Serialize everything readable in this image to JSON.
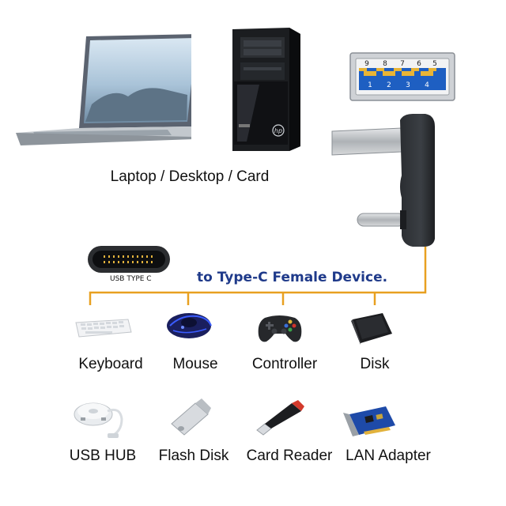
{
  "source_caption": "Laptop / Desktop / Card",
  "target_caption": "to Type-C Female Device.",
  "usb_c_label": "USB TYPE C",
  "pin_numbers_top": [
    "9",
    "8",
    "7",
    "6",
    "5"
  ],
  "pin_numbers_bottom": [
    "1",
    "2",
    "3",
    "4"
  ],
  "pc_brand": "hp",
  "devices_row1": [
    "Keyboard",
    "Mouse",
    "Controller",
    "Disk"
  ],
  "devices_row2": [
    "USB HUB",
    "Flash Disk",
    "Card Reader",
    "LAN Adapter"
  ],
  "colors": {
    "accent_line": "#e8a020",
    "title_blue": "#1f3a8a",
    "usb_blue": "#1e5fc2"
  }
}
